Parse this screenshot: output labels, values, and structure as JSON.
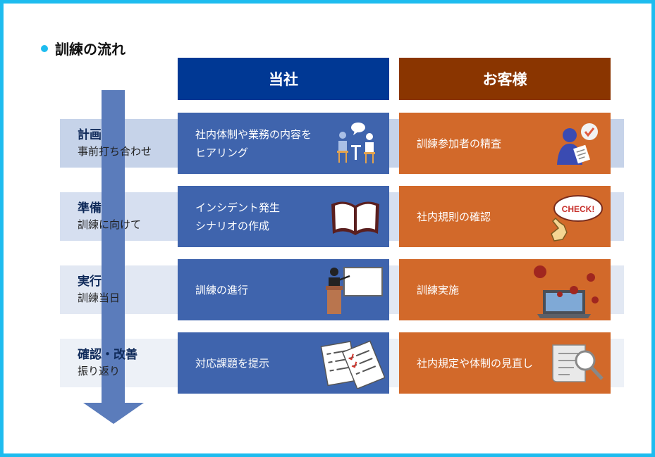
{
  "title": "訓練の流れ",
  "columns": {
    "company": "当社",
    "customer": "お客様"
  },
  "steps": [
    {
      "title": "計画",
      "subtitle": "事前打ち合わせ",
      "company": [
        "社内体制や業務の内容を",
        "ヒアリング"
      ],
      "company_icon": "meeting-icon",
      "customer": [
        "訓練参加者の精査"
      ],
      "customer_icon": "person-checklist-icon"
    },
    {
      "title": "準備",
      "subtitle": "訓練に向けて",
      "company": [
        "インシデント発生",
        "シナリオの作成"
      ],
      "company_icon": "open-book-icon",
      "customer": [
        "社内規則の確認"
      ],
      "customer_icon": "check-pointing-icon",
      "check_text": "CHECK!"
    },
    {
      "title": "実行",
      "subtitle": "訓練当日",
      "company": [
        "訓練の進行"
      ],
      "company_icon": "presenter-whiteboard-icon",
      "customer": [
        "訓練実施"
      ],
      "customer_icon": "virus-laptop-icon"
    },
    {
      "title": "確認・改善",
      "subtitle": "振り返り",
      "company": [
        "対応課題を提示"
      ],
      "company_icon": "checklist-documents-icon",
      "customer": [
        "社内規定や体制の見直し"
      ],
      "customer_icon": "document-magnifier-icon"
    }
  ],
  "colors": {
    "frame": "#1ebcef",
    "company_header": "#003894",
    "customer_header": "#8a3500",
    "company_card": "#3f64ad",
    "customer_card": "#d2692a",
    "arrow": "#5b7cbb"
  }
}
